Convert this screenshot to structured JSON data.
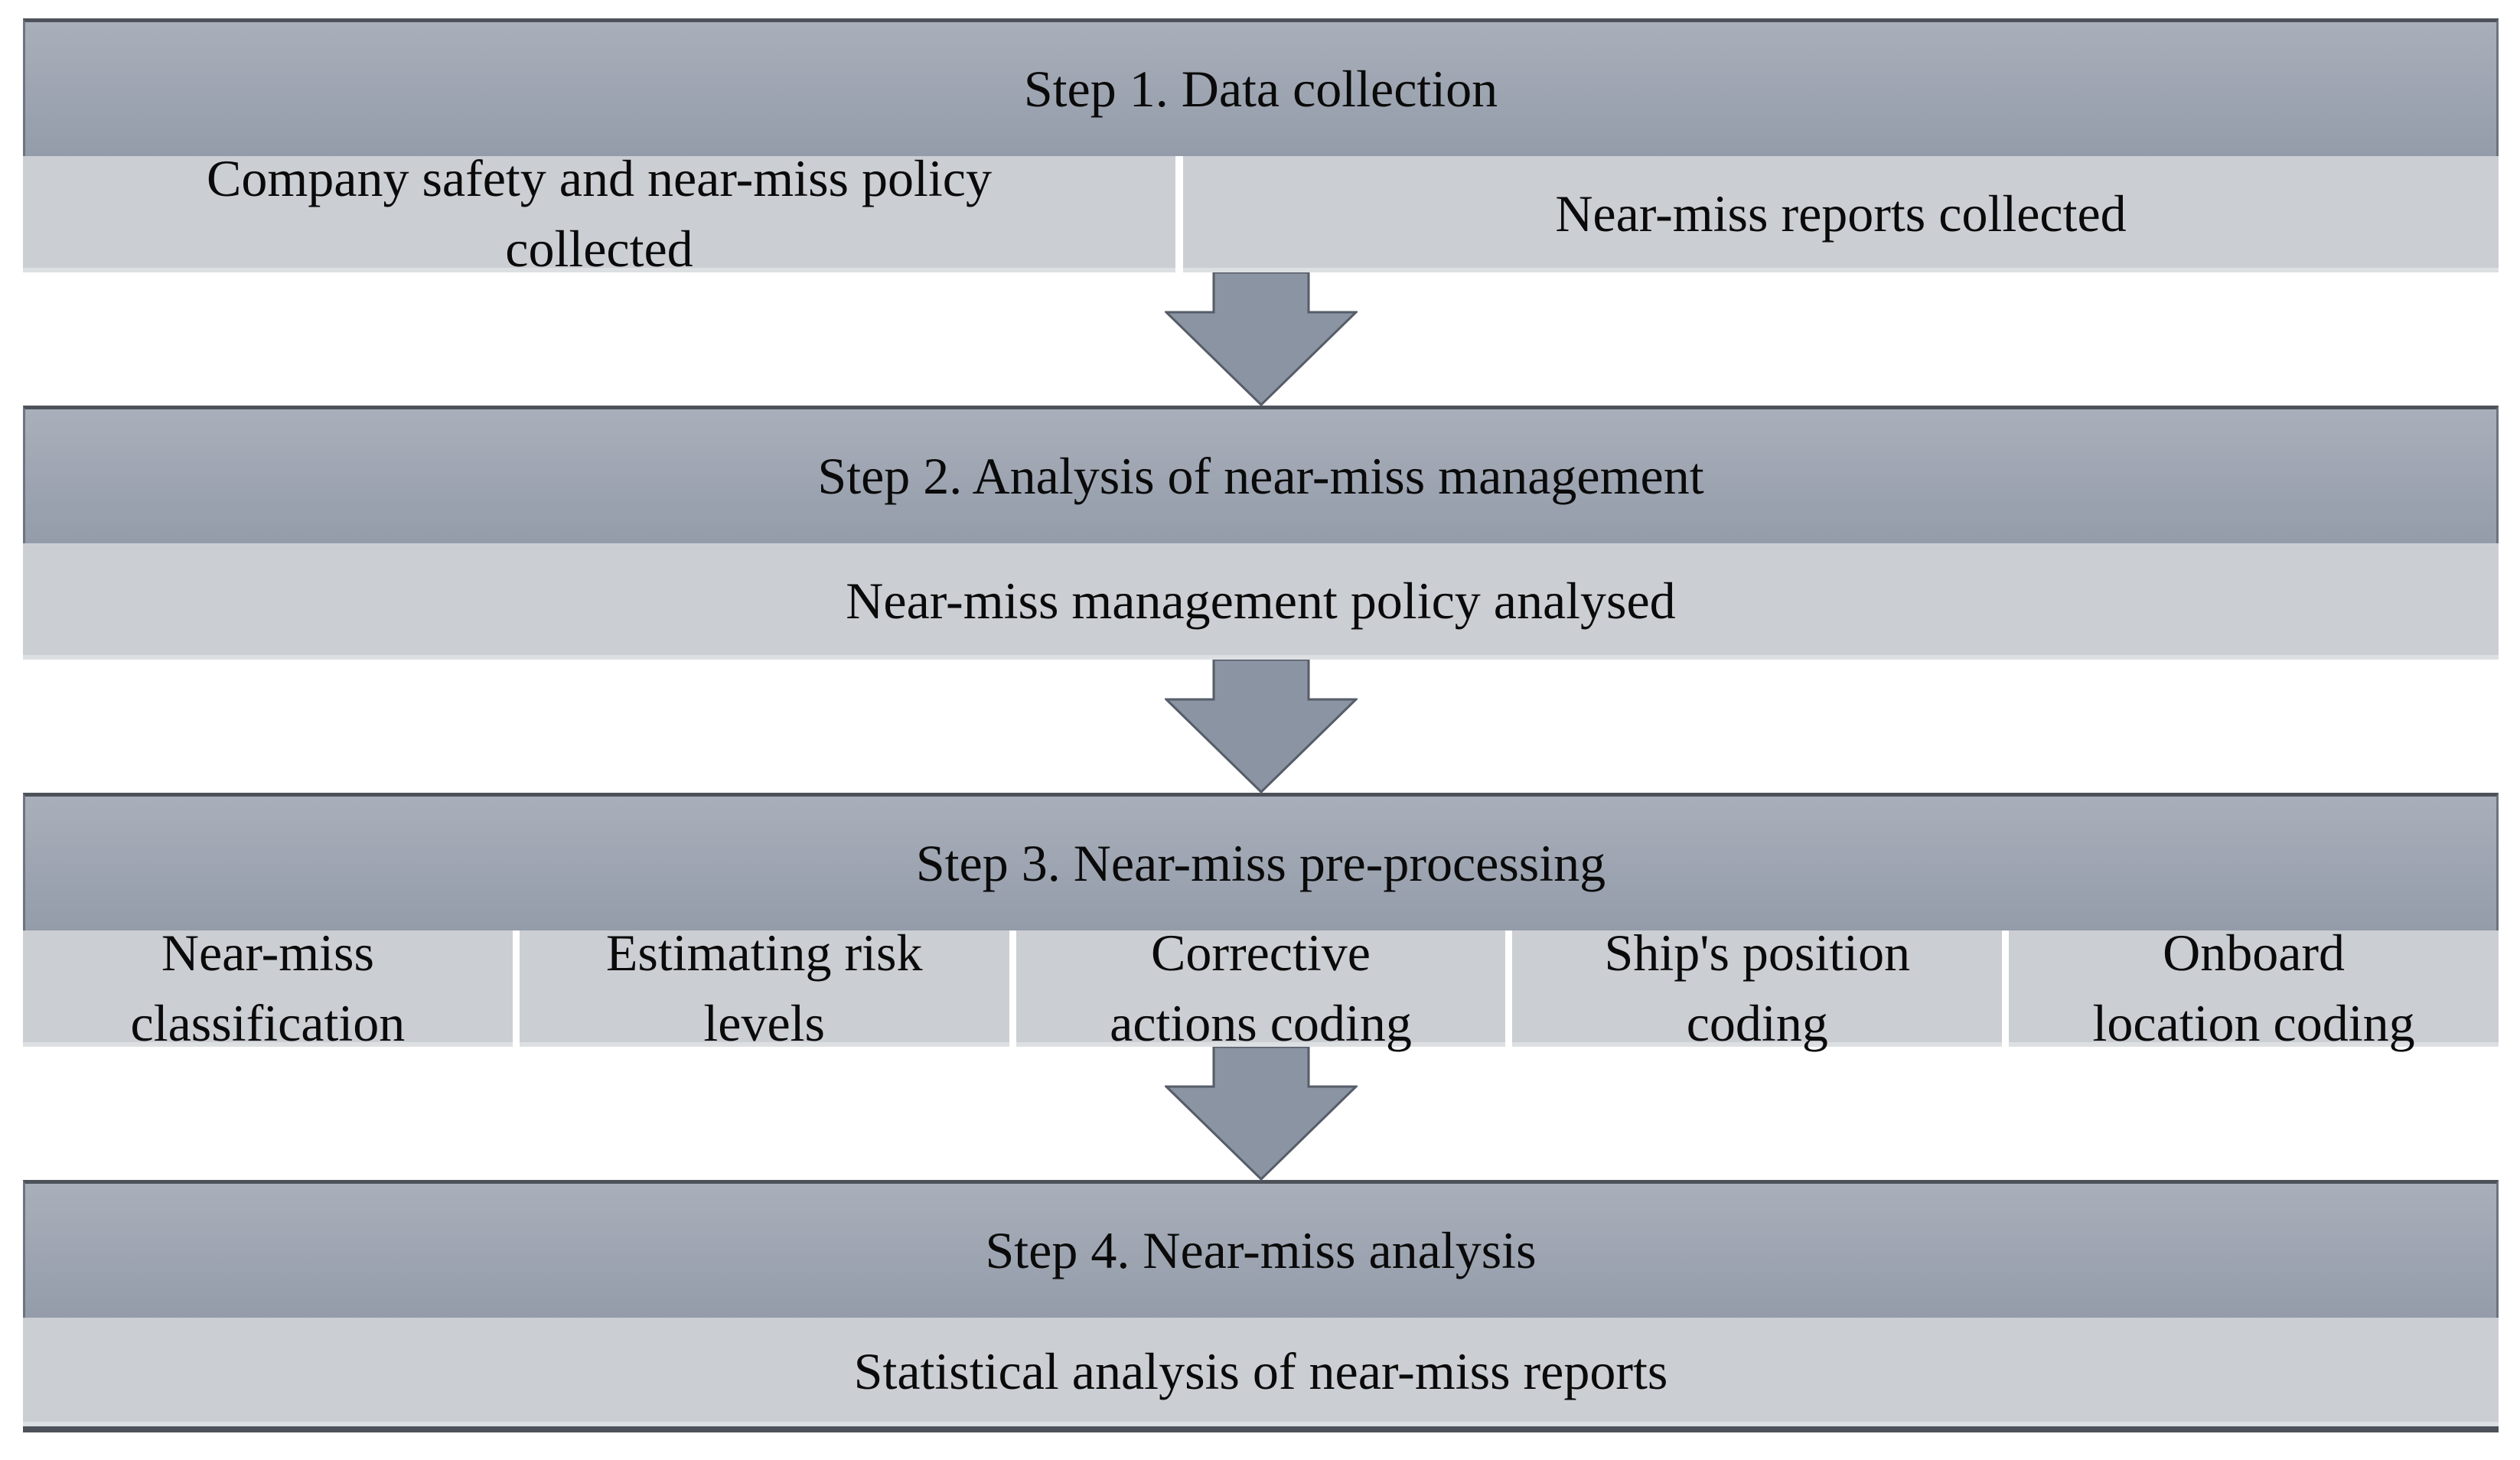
{
  "colors": {
    "header_top": "#a9afba",
    "header_bottom": "#949caa",
    "header_border": "#4d525a",
    "header_side": "#6d7480",
    "band": "#cbced3",
    "band_highlight": "#dde0e3",
    "gap": "#ffffff",
    "arrow_fill": "#8b94a2",
    "arrow_stroke": "#565d69",
    "text": "#0a0a0a"
  },
  "steps": [
    {
      "title": "Step 1. Data collection",
      "cells": [
        {
          "text": "Company safety and near-miss policy\ncollected"
        },
        {
          "text": "Near-miss reports collected"
        }
      ]
    },
    {
      "title": "Step 2. Analysis of near-miss management",
      "cells": [
        {
          "text": "Near-miss management policy analysed"
        }
      ]
    },
    {
      "title": "Step 3. Near-miss pre-processing",
      "cells": [
        {
          "text": "Near-miss\nclassification"
        },
        {
          "text": "Estimating risk\nlevels"
        },
        {
          "text": "Corrective\nactions coding"
        },
        {
          "text": "Ship's position\ncoding"
        },
        {
          "text": "Onboard\nlocation coding"
        }
      ]
    },
    {
      "title": "Step 4. Near-miss analysis",
      "cells": [
        {
          "text": "Statistical analysis of near-miss reports"
        }
      ]
    }
  ],
  "arrow": {
    "direction": "down",
    "count": 3
  }
}
